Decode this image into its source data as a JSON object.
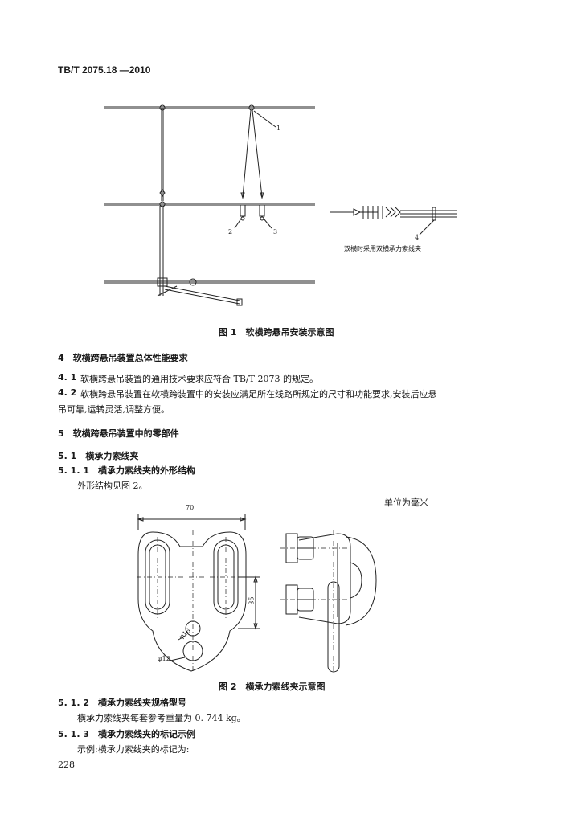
{
  "header": {
    "standard": "TB/T 2075.18 —2010"
  },
  "figure1": {
    "callouts": [
      "1",
      "2",
      "3",
      "4"
    ],
    "inset_caption": "双横时采用双横承力索线夹",
    "caption": "图 1　软横跨悬吊安装示意图"
  },
  "section4": {
    "heading": "4　软横跨悬吊装置总体性能要求",
    "p41_num": "4. 1",
    "p41_text": "软横跨悬吊装置的通用技术要求应符合 TB/T 2073 的规定。",
    "p42_num": "4. 2",
    "p42_line1": "软横跨悬吊装置在软横跨装置中的安装应满足所在线路所规定的尺寸和功能要求,安装后应悬",
    "p42_line2": "吊可靠,运转灵活,调整方便。"
  },
  "section5": {
    "heading": "5　软横跨悬吊装置中的零部件",
    "s51": "5. 1　横承力索线夹",
    "s511": "5. 1. 1　横承力索线夹的外形结构",
    "s511_text": "外形结构见图 2。",
    "unit_note": "单位为毫米"
  },
  "figure2": {
    "dim_70": "70",
    "dim_35": "35",
    "dim_d16": "φ16",
    "dim_d12": "φ12",
    "caption": "图 2　横承力索线夹示意图"
  },
  "section512": {
    "heading": "5. 1. 2　横承力索线夹规格型号",
    "text": "横承力索线夹每套参考重量为 0. 744 kg。"
  },
  "section513": {
    "heading": "5. 1. 3　横承力索线夹的标记示例",
    "text": "示例:横承力索线夹的标记为:"
  },
  "footer": {
    "page_number": "228"
  }
}
